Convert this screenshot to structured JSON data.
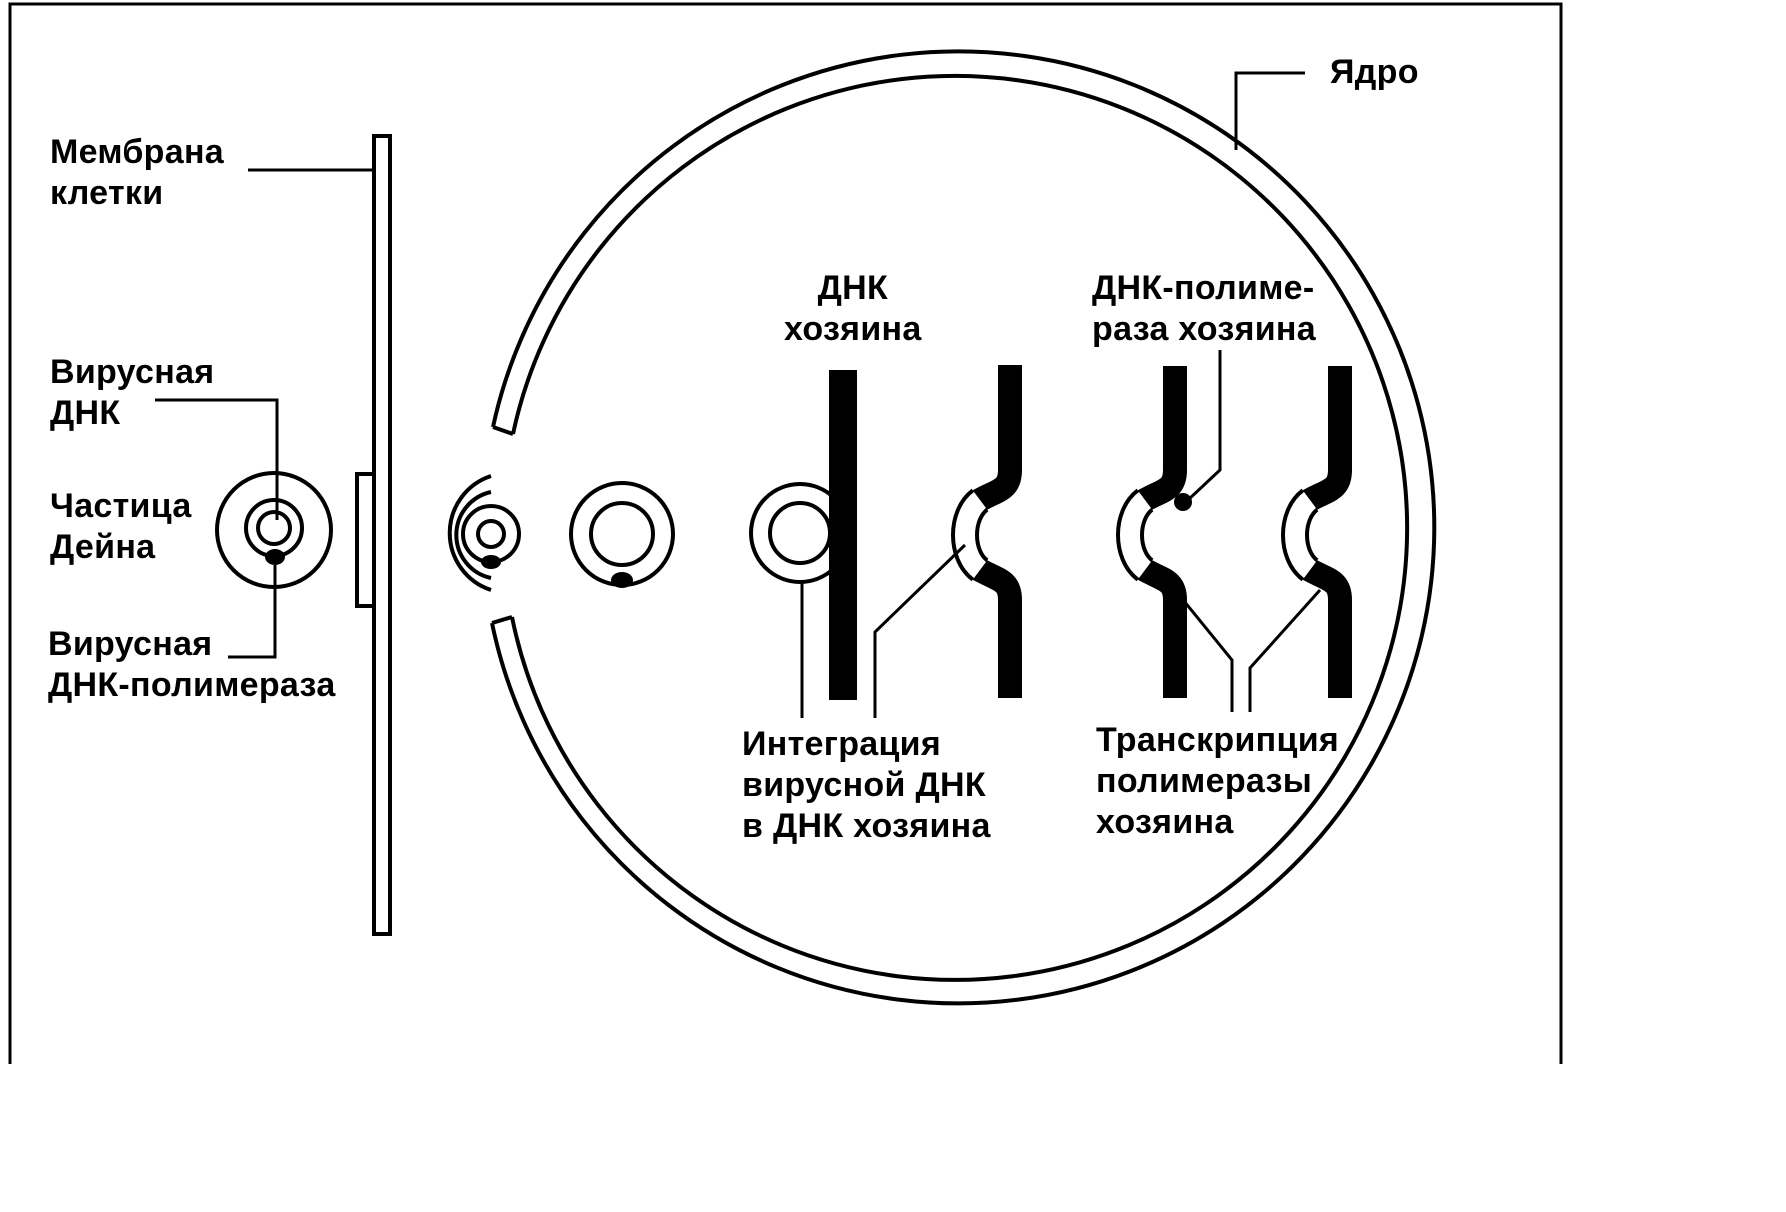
{
  "labels": {
    "nucleus": [
      "Ядро"
    ],
    "membrane": [
      "Мембрана",
      "клетки"
    ],
    "viral_dna": [
      "Вирусная",
      "ДНК"
    ],
    "dane_particle": [
      "Частица",
      "Дейна"
    ],
    "viral_polymerase": [
      "Вирусная",
      "ДНК-полимераза"
    ],
    "host_dna": [
      "ДНК",
      "хозяина"
    ],
    "host_polymerase": [
      "ДНК-полиме-",
      "раза хозяина"
    ],
    "integration": [
      "Интеграция",
      "вирусной ДНК",
      "в ДНК хозяина"
    ],
    "transcription": [
      "Транскрипция",
      "полимеразы",
      "хозяина"
    ]
  }
}
